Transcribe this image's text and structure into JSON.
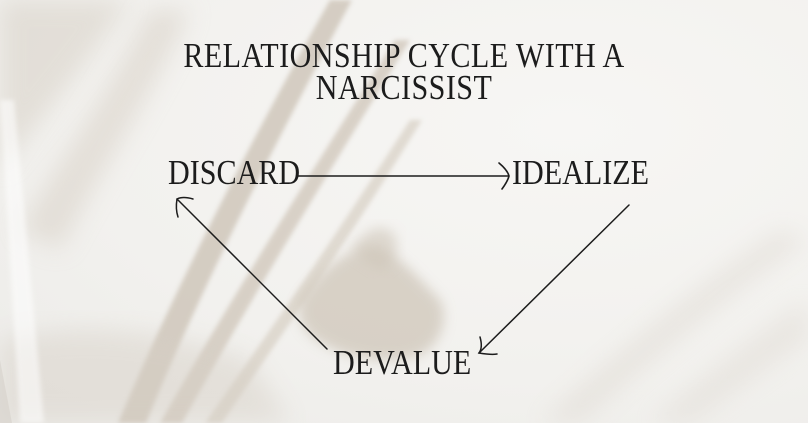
{
  "title": {
    "line1": "RELATIONSHIP CYCLE WITH A",
    "line2": "NARCISSIST"
  },
  "nodes": {
    "discard": "DISCARD",
    "idealize": "IDEALIZE",
    "devalue": "DEVALUE"
  },
  "edges": [
    {
      "from": "DISCARD",
      "to": "IDEALIZE",
      "direction": "right"
    },
    {
      "from": "IDEALIZE",
      "to": "DEVALUE",
      "direction": "down-left"
    },
    {
      "from": "DEVALUE",
      "to": "DISCARD",
      "direction": "up-left"
    }
  ],
  "colors": {
    "text": "#1c1c1c",
    "background": "#f4f3f1",
    "shadow": "#cfc6ba"
  }
}
